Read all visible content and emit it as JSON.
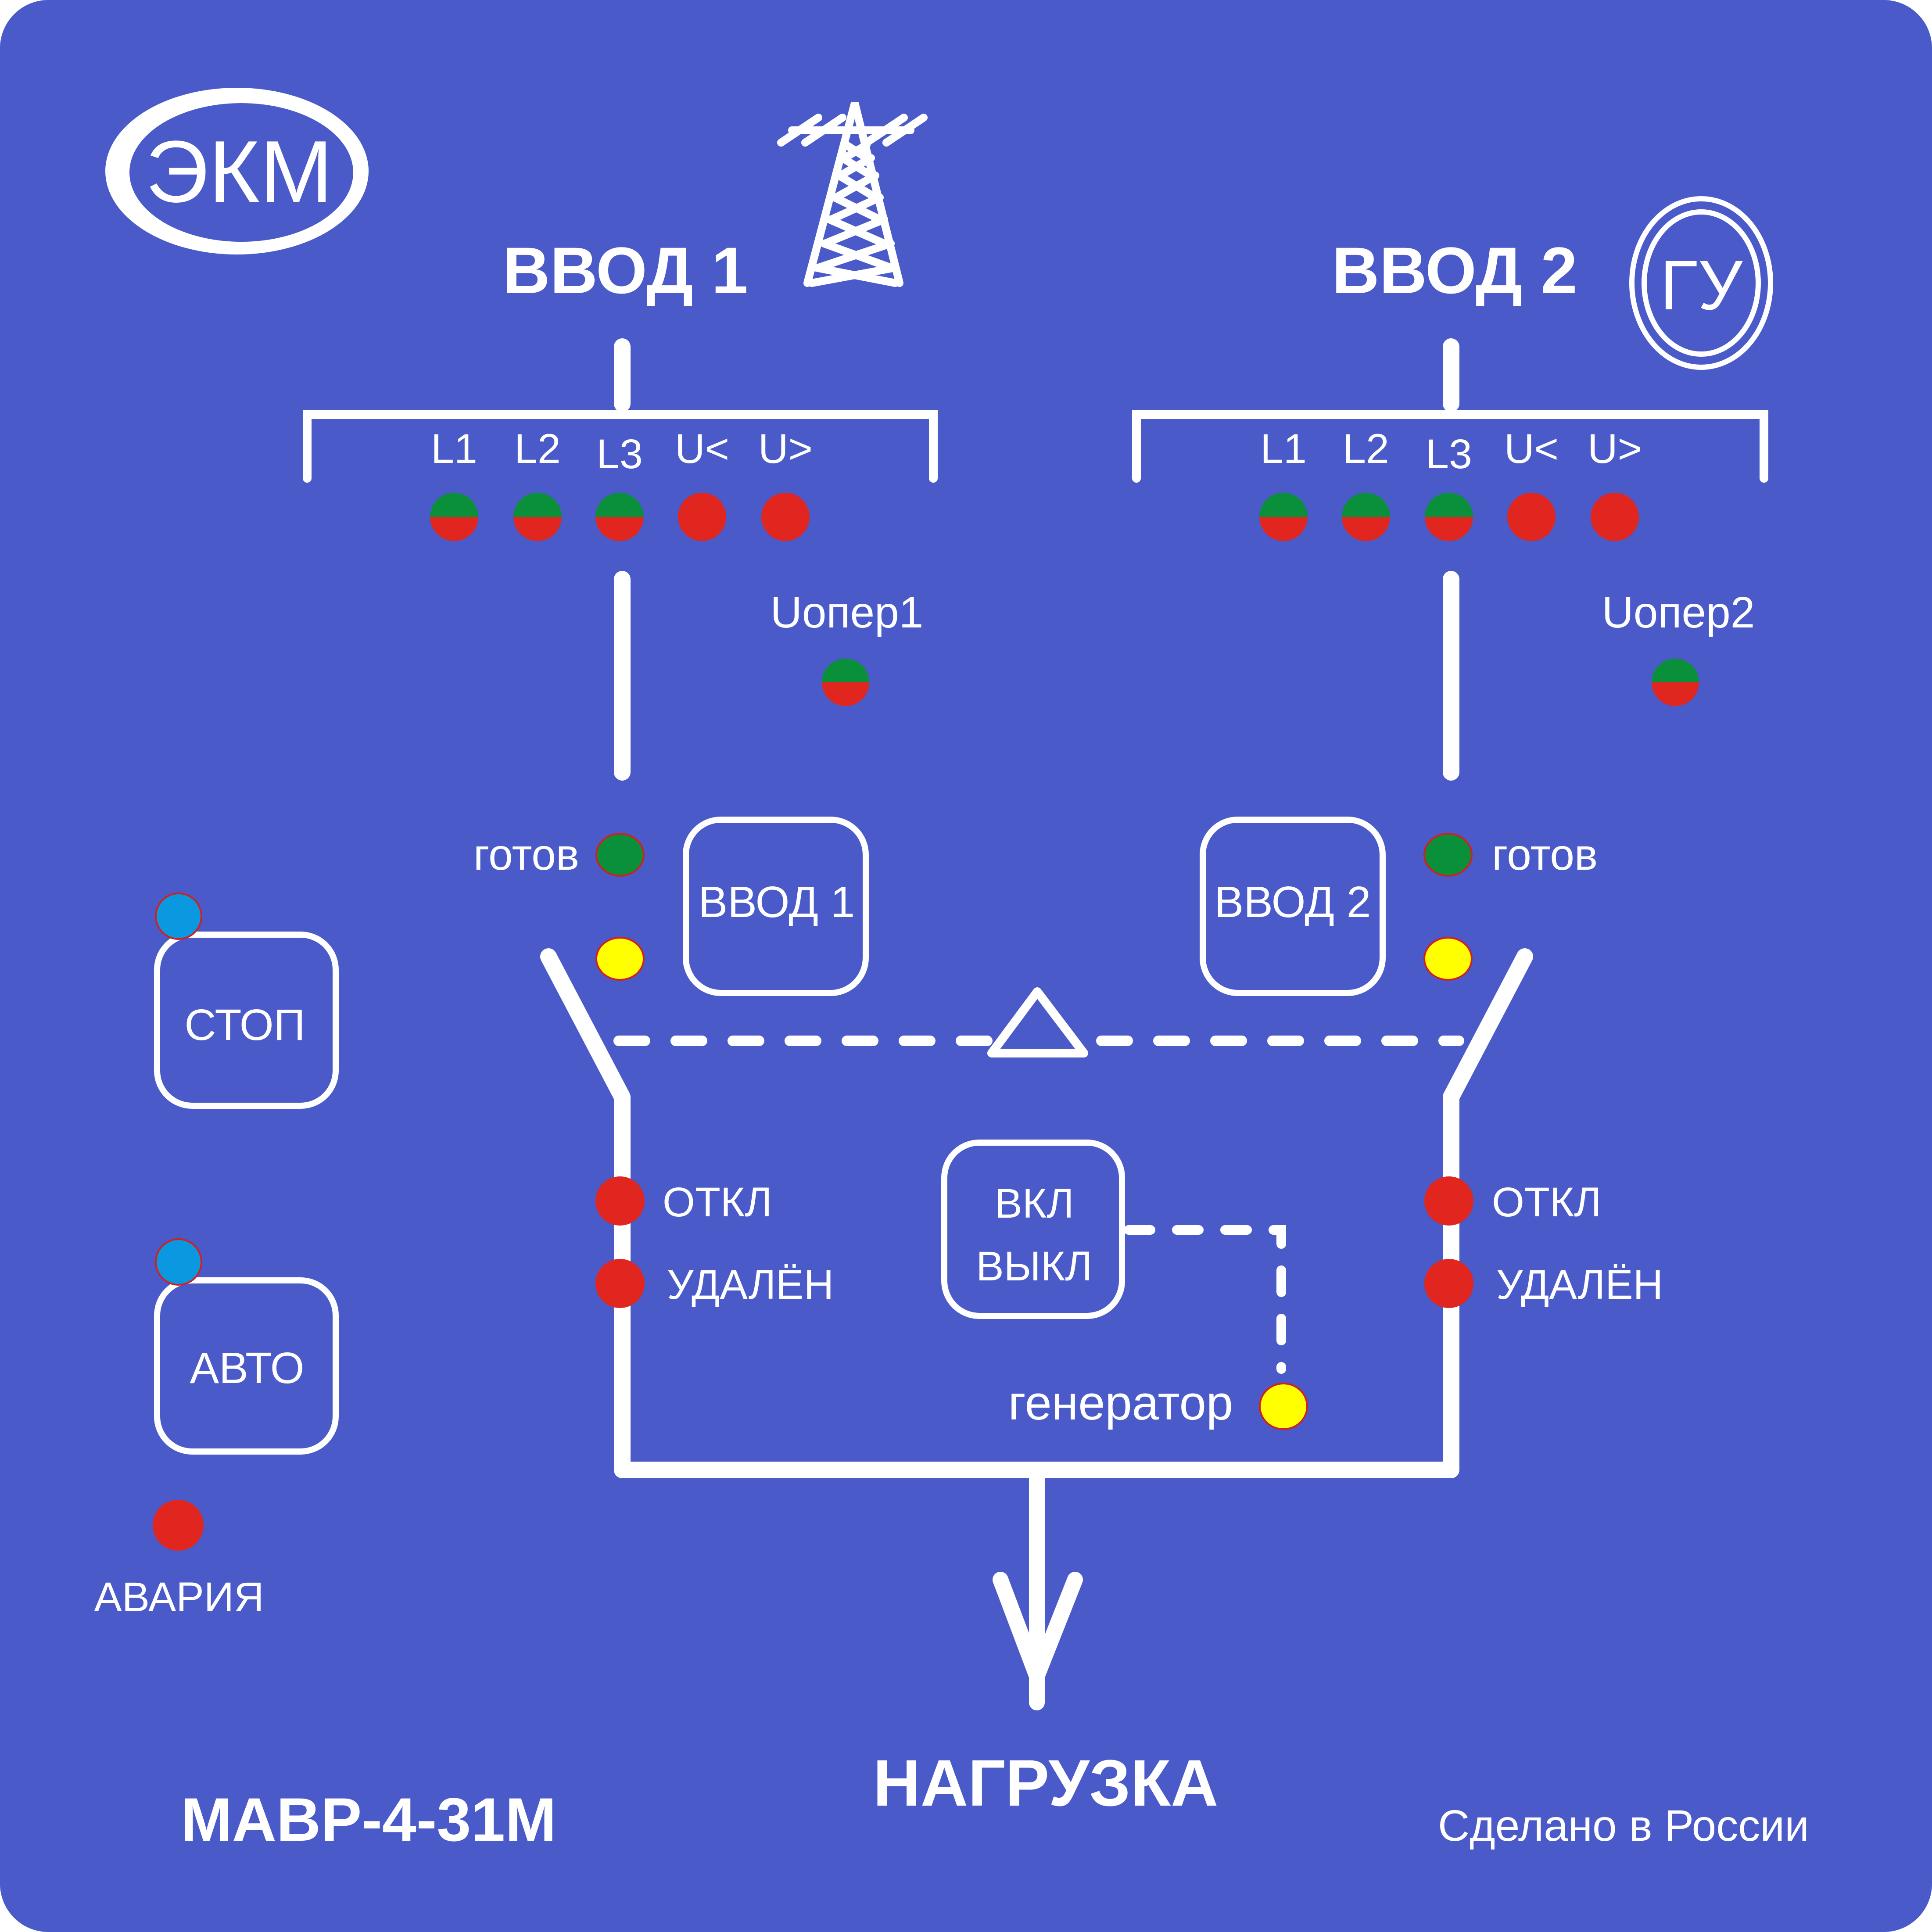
{
  "device": {
    "brand_logo_text": "ЭКМ",
    "model": "МАВР-4-31М",
    "made_in": "Сделано в России",
    "load_label": "НАГРУЗКА",
    "background_color": "#4a5ac9"
  },
  "colors": {
    "led_green": "#0a8f3a",
    "led_red": "#e0261f",
    "led_yellow": "#ffff00",
    "led_blue": "#0a98e0",
    "led_outline": "#d02020",
    "line_white": "#ffffff"
  },
  "inputs": [
    {
      "title": "ВВОД 1",
      "source_icon": "power-tower-icon",
      "phase_labels": [
        "L1",
        "L2",
        "L3",
        "U<",
        "U>"
      ],
      "phase_leds": [
        "green-red",
        "green-red",
        "green-red",
        "red",
        "red"
      ],
      "uoper_label": "Uопер1",
      "uoper_led": "green-red",
      "ready_label": "готов",
      "ready_led": "green",
      "switch_led": "yellow",
      "button_label": "ВВОД 1",
      "off_label": "ОТКЛ",
      "off_led": "red",
      "removed_label": "УДАЛЁН",
      "removed_led": "red"
    },
    {
      "title": "ВВОД 2",
      "source_icon": "generator-icon",
      "source_icon_text": "ГУ",
      "phase_labels": [
        "L1",
        "L2",
        "L3",
        "U<",
        "U>"
      ],
      "phase_leds": [
        "green-red",
        "green-red",
        "green-red",
        "red",
        "red"
      ],
      "uoper_label": "Uопер2",
      "uoper_led": "green-red",
      "ready_label": "готов",
      "ready_led": "green",
      "switch_led": "yellow",
      "button_label": "ВВОД 2",
      "off_label": "ОТКЛ",
      "off_led": "red",
      "removed_label": "УДАЛЁН",
      "removed_led": "red"
    }
  ],
  "mode_buttons": [
    {
      "label": "СТОП",
      "led": "blue"
    },
    {
      "label": "АВТО",
      "led": "blue"
    }
  ],
  "alarm": {
    "label": "АВАРИЯ",
    "led": "red"
  },
  "generator_control": {
    "button_line1": "ВКЛ",
    "button_line2": "ВЫКЛ",
    "generator_label": "генератор",
    "generator_led": "yellow"
  }
}
